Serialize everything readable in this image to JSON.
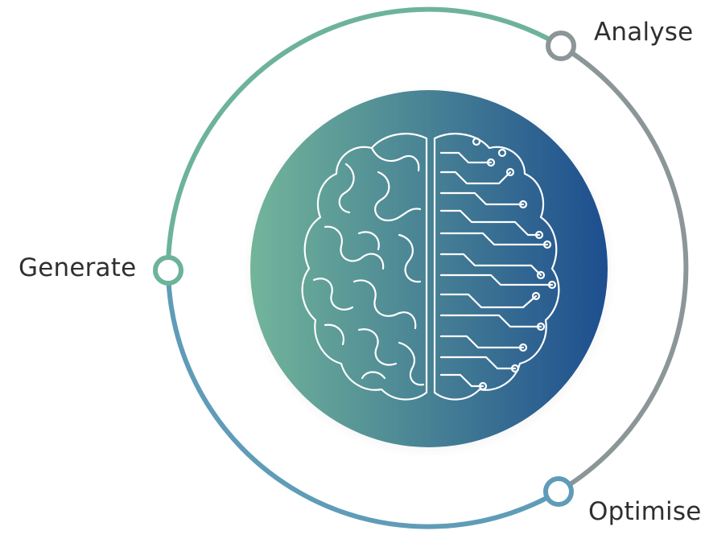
{
  "stages": [
    {
      "id": "analyse",
      "label": "Analyse",
      "color": "#8c9698"
    },
    {
      "id": "generate",
      "label": "Generate",
      "color": "#6db39a"
    },
    {
      "id": "optimise",
      "label": "Optimise",
      "color": "#5f9cb8"
    }
  ],
  "center": {
    "icon": "brain-circuit-icon",
    "gradient_start": "#72b59a",
    "gradient_end": "#1d4e8f"
  }
}
